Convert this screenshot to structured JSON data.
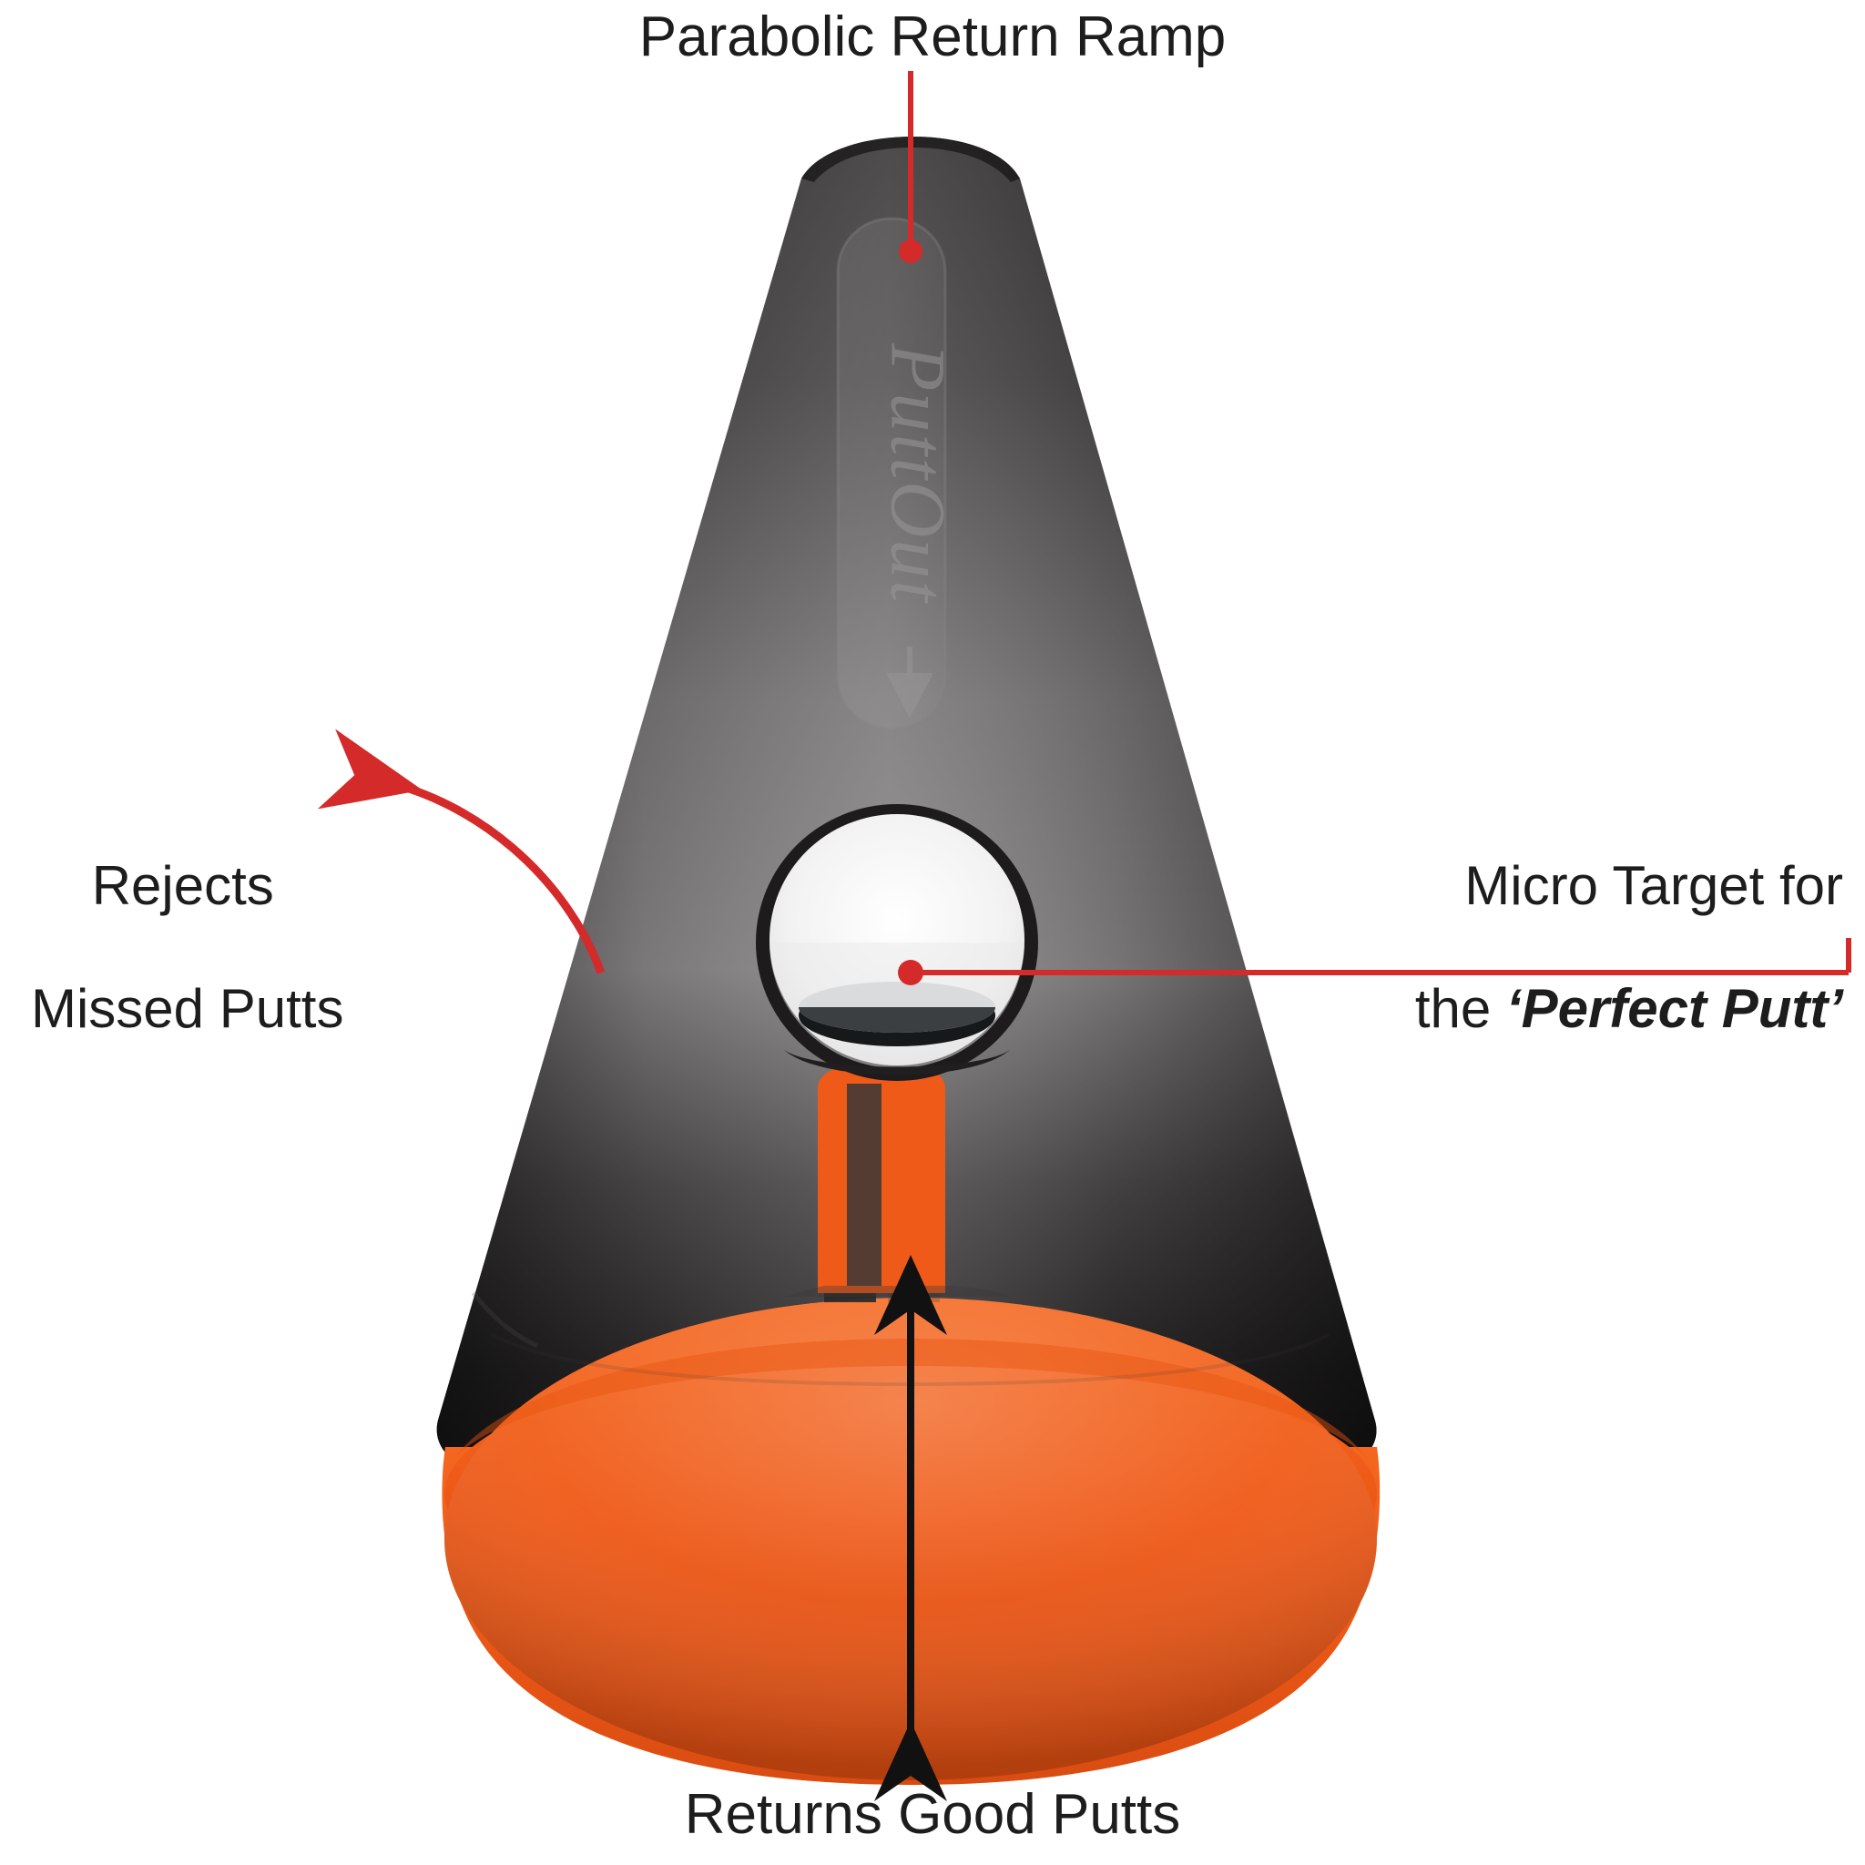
{
  "diagram": {
    "subject": "PuttOut golf putting trainer pressure cone",
    "brand_text": "PuttOut",
    "colors": {
      "cone_body_dark": "#2f2d2e",
      "cone_body_mid": "#6d6a6b",
      "cone_base_orange": "#ef5a18",
      "callout_red": "#d42a2a",
      "arrow_black": "#111111",
      "text": "#1d1d1d",
      "background": "#ffffff"
    },
    "callouts": [
      {
        "id": "parabolic-return-ramp",
        "label": "Parabolic Return Ramp",
        "connector": "red-line-with-dot",
        "position": "top-center"
      },
      {
        "id": "rejects-missed-putts",
        "label_line1": "Rejects",
        "label_line2": "Missed Putts",
        "connector": "red-curved-arrow",
        "position": "left"
      },
      {
        "id": "micro-target",
        "label_line1": "Micro Target for",
        "label_line2_prefix": "the ",
        "label_line2_emphasis": "‘Perfect Putt’",
        "connector": "red-line-with-dot",
        "position": "right"
      },
      {
        "id": "returns-good-putts",
        "label": "Returns Good Putts",
        "connector": "black-double-arrow",
        "position": "bottom-center"
      }
    ]
  }
}
